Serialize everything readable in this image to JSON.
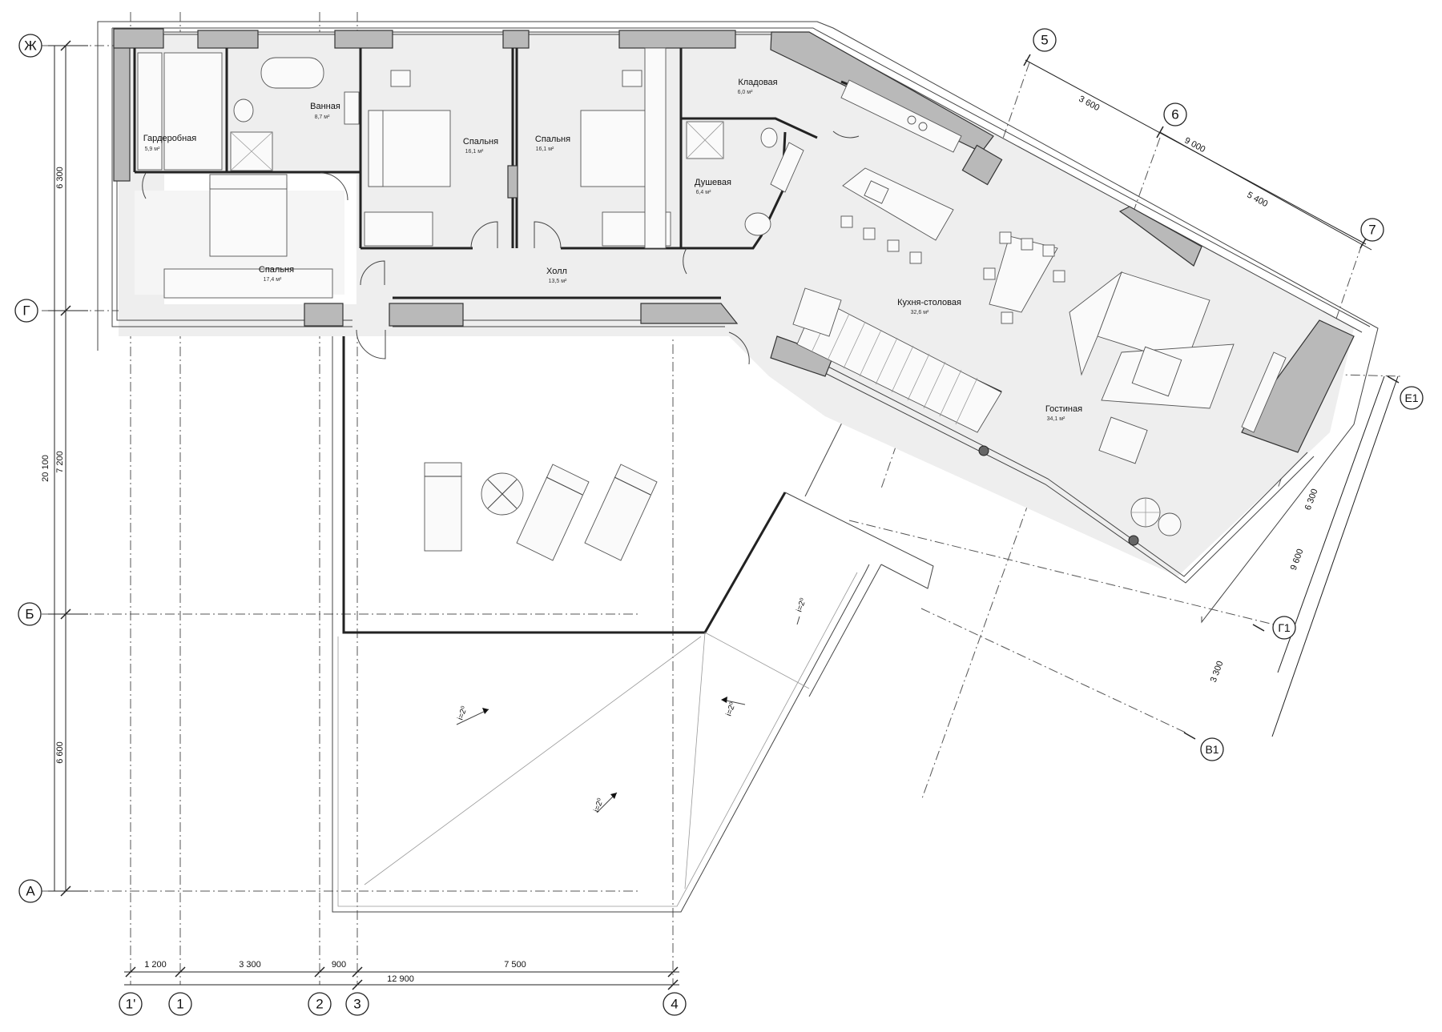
{
  "axes_left": [
    {
      "id": "ax-zh",
      "label": "Ж"
    },
    {
      "id": "ax-g",
      "label": "Г"
    },
    {
      "id": "ax-b",
      "label": "Б"
    },
    {
      "id": "ax-a",
      "label": "А"
    }
  ],
  "axes_bottom": [
    {
      "id": "ax-1p",
      "label": "1'"
    },
    {
      "id": "ax-1",
      "label": "1"
    },
    {
      "id": "ax-2",
      "label": "2"
    },
    {
      "id": "ax-3",
      "label": "3"
    },
    {
      "id": "ax-4",
      "label": "4"
    }
  ],
  "axes_right": [
    {
      "id": "ax-5",
      "label": "5"
    },
    {
      "id": "ax-6",
      "label": "6"
    },
    {
      "id": "ax-7",
      "label": "7"
    },
    {
      "id": "ax-e1",
      "label": "Е1"
    },
    {
      "id": "ax-g1",
      "label": "Г1"
    },
    {
      "id": "ax-v1",
      "label": "В1"
    }
  ],
  "dims_left": {
    "d_6300": "6 300",
    "d_20100": "20 100",
    "d_7200": "7 200",
    "d_6600": "6 600"
  },
  "dims_bottom": {
    "d_1200": "1 200",
    "d_3300": "3 300",
    "d_900": "900",
    "d_7500": "7 500",
    "d_12900": "12 900"
  },
  "dims_top_right": {
    "d_3600": "3 600",
    "d_9000": "9 000",
    "d_5400": "5 400"
  },
  "dims_right": {
    "d_6300": "6 300",
    "d_9600": "9 600",
    "d_3300": "3 300"
  },
  "rooms": {
    "wardrobe": {
      "name": "Гардеробная",
      "area": "5,9 м²"
    },
    "bathroom": {
      "name": "Ванная",
      "area": "8,7 м²"
    },
    "bedroom_a": {
      "name": "Спальня",
      "area": "16,1 м²"
    },
    "bedroom_b": {
      "name": "Спальня",
      "area": "16,1 м²"
    },
    "pantry": {
      "name": "Кладовая",
      "area": "6,0 м²"
    },
    "shower": {
      "name": "Душевая",
      "area": "6,4 м²"
    },
    "bedroom_main": {
      "name": "Спальня",
      "area": "17,4 м²"
    },
    "hall": {
      "name": "Холл",
      "area": "13,5 м²"
    },
    "kitchen": {
      "name": "Кухня-столовая",
      "area": "32,6 м²"
    },
    "living": {
      "name": "Гостиная",
      "area": "34,1 м²"
    }
  },
  "slopes": {
    "s1": "i=2⁰",
    "s2": "i=2⁰",
    "s3": "i=2⁰",
    "s4": "i=2⁰"
  }
}
